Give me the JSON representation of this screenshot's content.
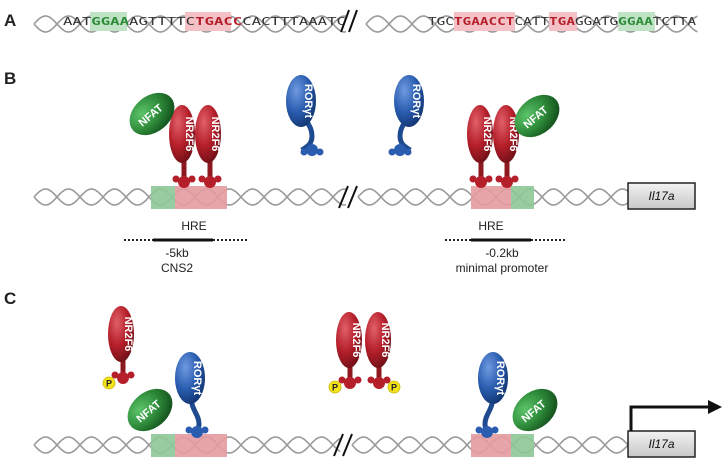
{
  "panels": {
    "a": "A",
    "b": "B",
    "c": "C"
  },
  "sequence": {
    "left": {
      "pre": "AAT",
      "site1": "GGAA",
      "mid": "AGTTTTC",
      "site2": "TGACC",
      "post": "CACTTTAAATC"
    },
    "right": {
      "pre": "TGC",
      "site1": "TGAACCT",
      "mid": "CATT",
      "site2": "TGA",
      "mid2": "GGATG",
      "site3": "GGAA",
      "post": "TCTTA"
    }
  },
  "proteins": {
    "nfat": "NFAT",
    "nr2f6": "NR2F6",
    "ror": "RORγt",
    "phospho": "P"
  },
  "regions": {
    "left": {
      "element": "HRE",
      "position": "-5kb",
      "name": "CNS2"
    },
    "right": {
      "element": "HRE",
      "position": "-0.2kb",
      "name": "minimal promoter"
    }
  },
  "gene": {
    "name": "Il17a"
  },
  "colors": {
    "nfat": "#2e8b3a",
    "nr2f6": "#b51f2a",
    "ror": "#2a5db0",
    "site_green": "#9ccfa3",
    "site_red": "#e89aa0",
    "phospho": "#f4e21b"
  }
}
